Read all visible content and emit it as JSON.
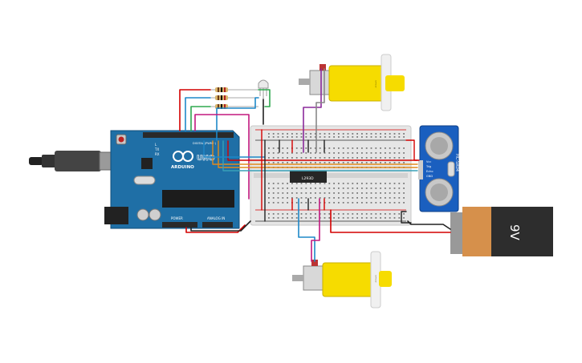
{
  "arduino": {
    "logo_text": "ARDUINO",
    "model": "UNO",
    "section_power": "POWER",
    "section_analog": "ANALOG IN",
    "section_digital": "DIGITAL (PWM~)",
    "led_l": "L",
    "led_tx": "TX",
    "led_rx": "RX"
  },
  "ic": {
    "label": "L293D"
  },
  "motor_top": {
    "label": "ᴵᵛᴹ⁰¹⁰"
  },
  "motor_bottom": {
    "label": "ᴵᵛᴹ⁰¹⁰"
  },
  "battery": {
    "label": "9V"
  },
  "sensor": {
    "model": "HC-SR04",
    "pins": [
      "Vcc",
      "Trig",
      "Echo",
      "GND"
    ]
  },
  "colors": {
    "arduino_board": "#1f6fa6",
    "breadboard": "#e6e6e6",
    "motor_body": "#f6dc00",
    "battery_body": "#2d2d2d",
    "battery_cap": "#d6904b",
    "sensor_board": "#1a5fbf",
    "wire_red": "#d40000",
    "wire_black": "#222222",
    "wire_green": "#2fa84f",
    "wire_blue": "#1e88c8",
    "wire_purple": "#8b2a9b",
    "wire_orange": "#e08a1e",
    "wire_teal": "#38a0b8"
  }
}
